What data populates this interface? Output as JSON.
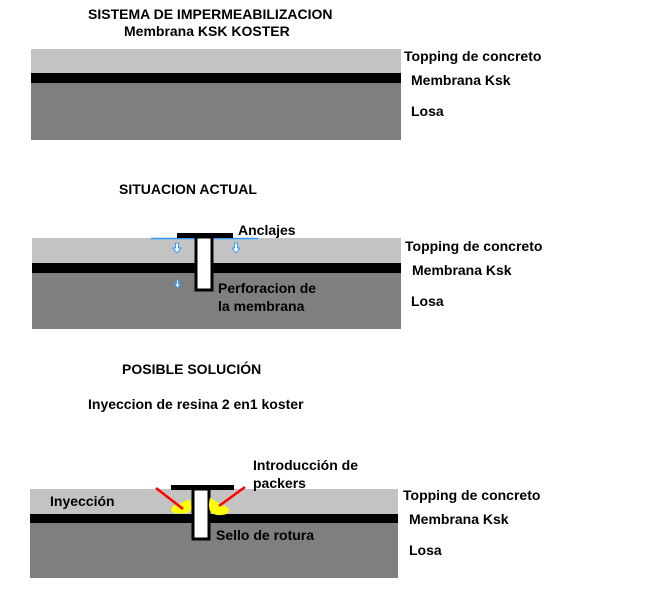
{
  "colors": {
    "topping": "#c3c3c3",
    "membrane": "#000000",
    "losa": "#7f7f7f",
    "water_arrow": "#3399ff",
    "resin": "#ffff00",
    "injection_arrow": "#ff0000"
  },
  "section1": {
    "title_line1": "SISTEMA DE IMPERMEABILIZACION",
    "title_line2": "Membrana KSK KOSTER",
    "label_topping": "Topping de concreto",
    "label_membrane": "Membrana Ksk",
    "label_losa": "Losa"
  },
  "section2": {
    "title": "SITUACION ACTUAL",
    "label_anclajes": "Anclajes",
    "label_topping": "Topping de concreto",
    "label_membrane": "Membrana Ksk",
    "label_perforacion_1": "Perforacion de",
    "label_perforacion_2": "la membrana",
    "label_losa": "Losa"
  },
  "section3": {
    "title": "POSIBLE SOLUCIÓN",
    "subtitle": "Inyeccion de resina 2 en1 koster",
    "label_packers_1": "Introducción de",
    "label_packers_2": "packers",
    "label_inyeccion": "Inyección",
    "label_topping": "Topping de concreto",
    "label_membrane": "Membrana Ksk",
    "label_sello": "Sello de rotura",
    "label_losa": "Losa"
  }
}
